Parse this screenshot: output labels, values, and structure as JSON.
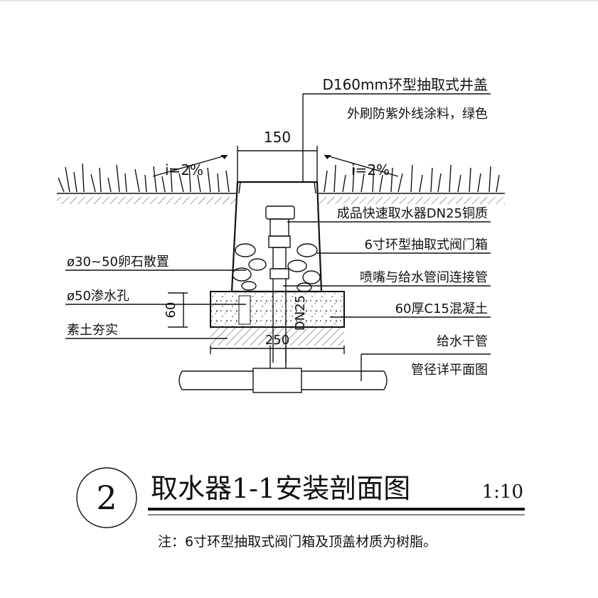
{
  "labels": {
    "cover_line1": "D160mm环型抽取式井盖",
    "cover_line2": "外刷防紫外线涂料，绿色",
    "dim_150": "150",
    "slope_left": "i=2%",
    "slope_right": "i=2%",
    "coupler": "成品快速取水器DN25铜质",
    "valve_box": "6寸环型抽取式阀门箱",
    "connector": "喷嘴与给水管间连接管",
    "concrete": "60厚C15混凝土",
    "supply_line1": "给水干管",
    "supply_line2": "管径详平面图",
    "pebbles": "ø30~50卵石散置",
    "drain_hole": "ø50渗水孔",
    "soil": "素土夯实",
    "dim_60": "60",
    "dn25": "DN25",
    "dim_250": "250"
  },
  "title": {
    "number": "2",
    "text": "取水器1-1安装剖面图",
    "scale": "1:10"
  },
  "note": "注：6寸环型抽取式阀门箱及顶盖材质为树脂。",
  "colors": {
    "ink": "#111111",
    "background": "#ffffff"
  }
}
